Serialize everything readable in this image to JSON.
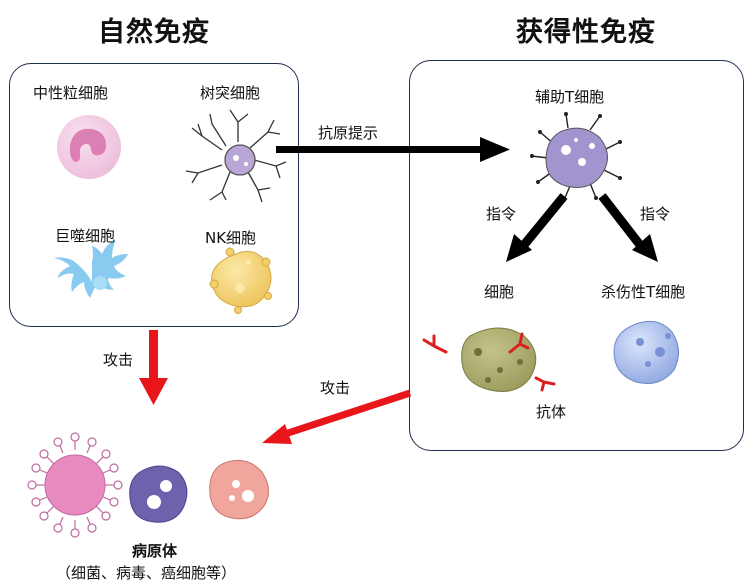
{
  "innate": {
    "title": "自然免疫",
    "cells": {
      "neutrophil": "中性粒细胞",
      "dendritic": "树突细胞",
      "macrophage": "巨噬细胞",
      "nk": "NK细胞"
    }
  },
  "adaptive": {
    "title": "获得性免疫",
    "helper_t": "辅助T细胞",
    "b_cell": "细胞",
    "killer_t": "杀伤性T细胞",
    "antibody": "抗体"
  },
  "arrows": {
    "antigen_presentation": "抗原提示",
    "command_left": "指令",
    "command_right": "指令",
    "attack_innate": "攻击",
    "attack_adaptive": "攻击"
  },
  "pathogens": {
    "title": "病原体",
    "subtitle": "（细菌、病毒、癌细胞等）"
  },
  "colors": {
    "attack_arrow": "#e8161b",
    "flow_arrow": "#000000",
    "box_border": "#1f2f4f",
    "neutrophil": "#e7a6cf",
    "dendritic": "#b8a6d6",
    "macrophage": "#7cc4ee",
    "nk": "#f2cf6a",
    "helper_t": "#a294cf",
    "b_cell": "#a4a56a",
    "killer_t": "#9ab0e6",
    "antibody": "#d92020",
    "virus": "#e68ac0",
    "bacterium": "#6f62ad",
    "cancer_cell": "#f0a69c"
  }
}
